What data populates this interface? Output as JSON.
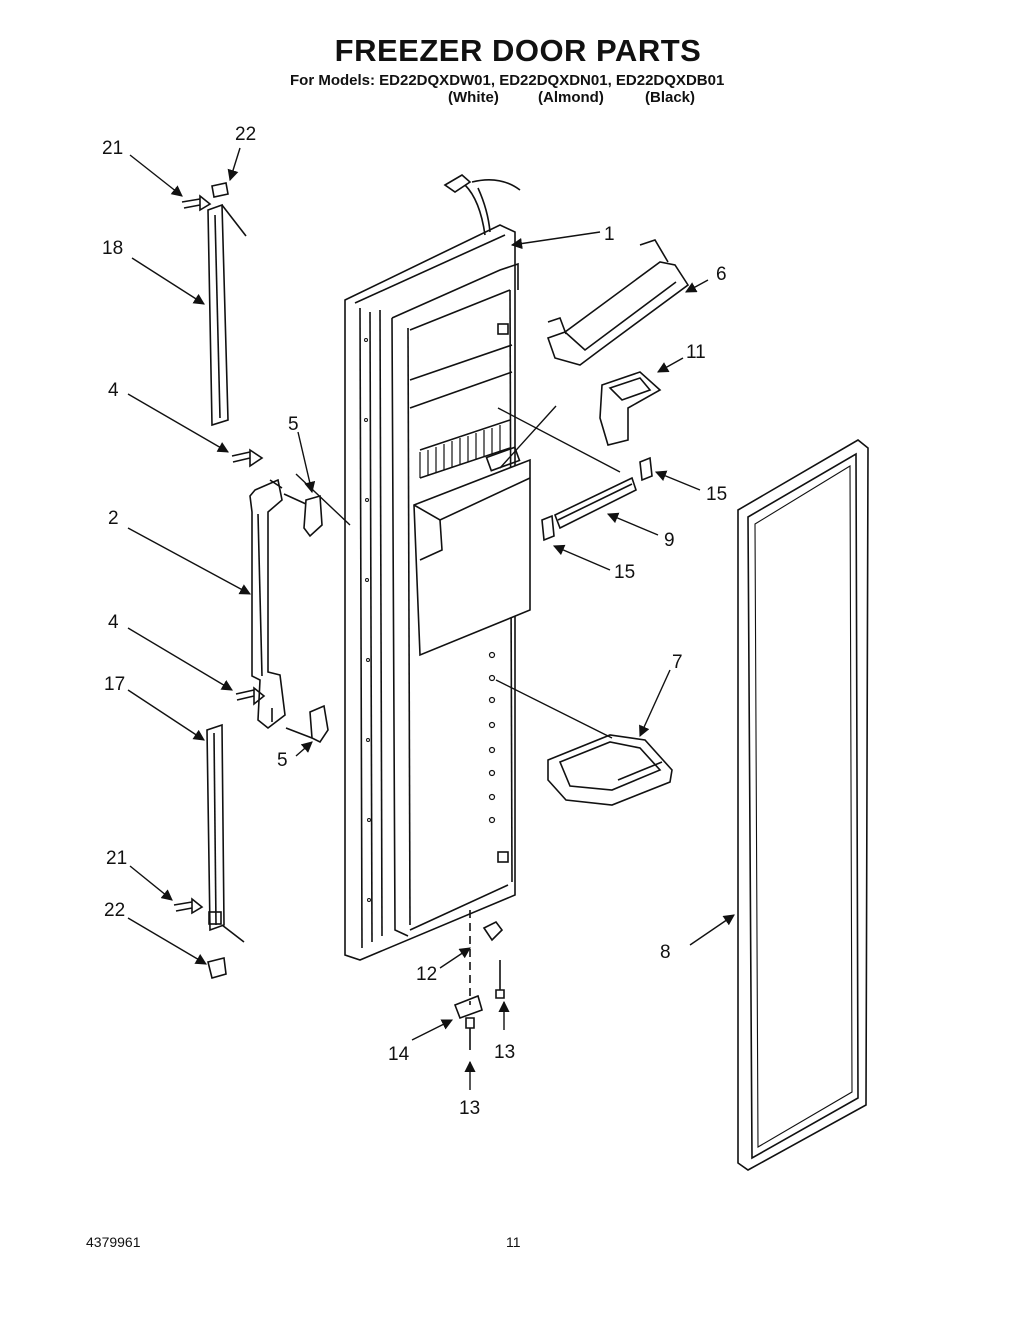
{
  "header": {
    "title": "FREEZER DOOR PARTS",
    "models_line": "For Models: ED22DQXDW01, ED22DQXDN01, ED22DQXDB01",
    "colors": [
      "(White)",
      "(Almond)",
      "(Black)"
    ]
  },
  "footer": {
    "doc_number": "4379961",
    "page_number": "11"
  },
  "callouts": {
    "c1": "1",
    "c2": "2",
    "c4a": "4",
    "c4b": "4",
    "c5a": "5",
    "c5b": "5",
    "c6": "6",
    "c7": "7",
    "c8": "8",
    "c9": "9",
    "c11": "11",
    "c12": "12",
    "c13a": "13",
    "c13b": "13",
    "c14": "14",
    "c15a": "15",
    "c15b": "15",
    "c17": "17",
    "c18": "18",
    "c21a": "21",
    "c21b": "21",
    "c22a": "22",
    "c22b": "22"
  }
}
